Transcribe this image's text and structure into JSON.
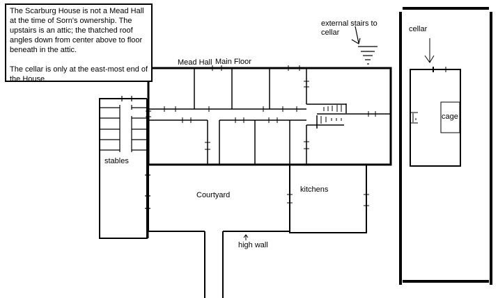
{
  "note": {
    "paragraph1": "The Scarburg House is not a Mead Hall at the time of Sorn's ownership. The upstairs is an attic; the thatched roof angles down from center above to floor beneath in the attic.",
    "paragraph2": "The cellar is only at the east-most end of the House."
  },
  "labels": {
    "mead_hall": "Mead Hall",
    "main_floor": "Main Floor",
    "external_stairs": "external stairs to cellar",
    "cellar": "cellar",
    "cage": "cage",
    "stables": "stables",
    "courtyard": "Courtyard",
    "kitchens": "kitchens",
    "high_wall": "high wall"
  }
}
